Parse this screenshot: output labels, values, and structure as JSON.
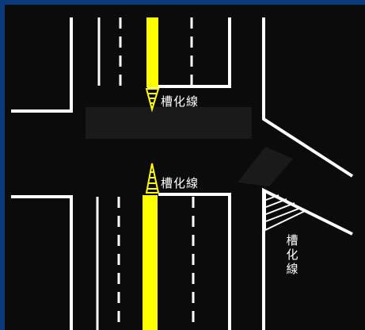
{
  "diagram": {
    "labels": {
      "upper_channelization": "槽化線",
      "lower_channelization": "槽化線",
      "side_channelization": "槽化線"
    },
    "colors": {
      "road_background": "#0b0b0b",
      "border_blue": "#0a3a7a",
      "white_marking": "#ffffff",
      "yellow_marking": "#ffff00"
    }
  }
}
